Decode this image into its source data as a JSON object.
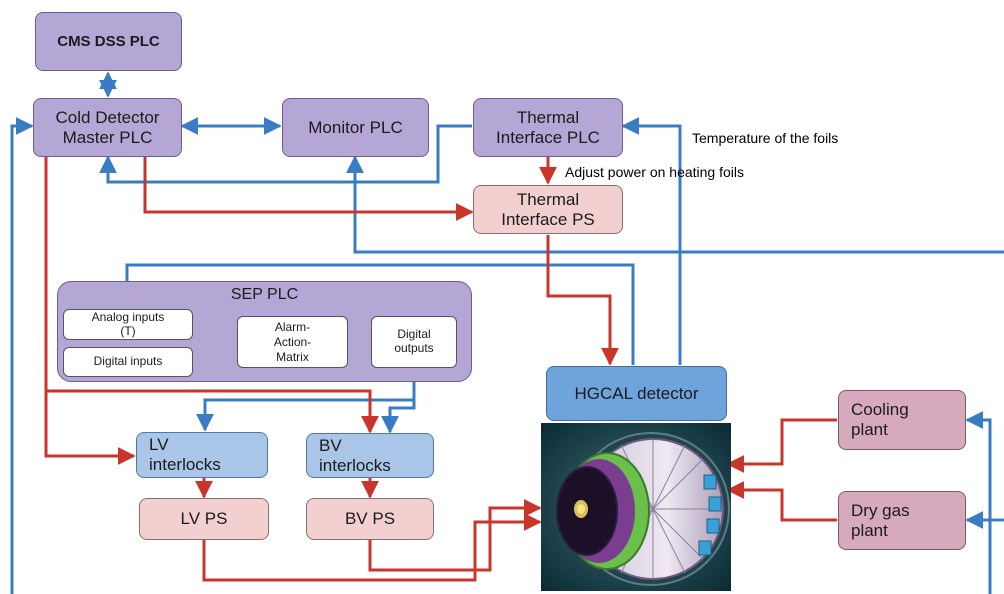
{
  "blocks": {
    "cms_dss_plc": "CMS DSS PLC",
    "cold_detector_master_plc": "Cold Detector\nMaster PLC",
    "monitor_plc": "Monitor PLC",
    "thermal_interface_plc": "Thermal\nInterface PLC",
    "thermal_interface_ps": "Thermal\nInterface PS",
    "sep_plc": "SEP PLC",
    "analog_inputs": "Analog inputs\n(T)",
    "digital_inputs": "Digital inputs",
    "alarm_action_matrix": "Alarm-\nAction-\nMatrix",
    "digital_outputs": "Digital\noutputs",
    "hgcal_detector": "HGCAL detector",
    "lv_interlocks": "LV\ninterlocks",
    "bv_interlocks": "BV\ninterlocks",
    "lv_ps": "LV PS",
    "bv_ps": "BV PS",
    "cooling_plant": "Cooling\nplant",
    "dry_gas_plant": "Dry gas\nplant"
  },
  "annotations": {
    "temperature_of_foils": "Temperature of the foils",
    "adjust_power": "Adjust power on heating foils"
  },
  "colors": {
    "data_link": "#3a7cc3",
    "power_link": "#c8362b"
  }
}
